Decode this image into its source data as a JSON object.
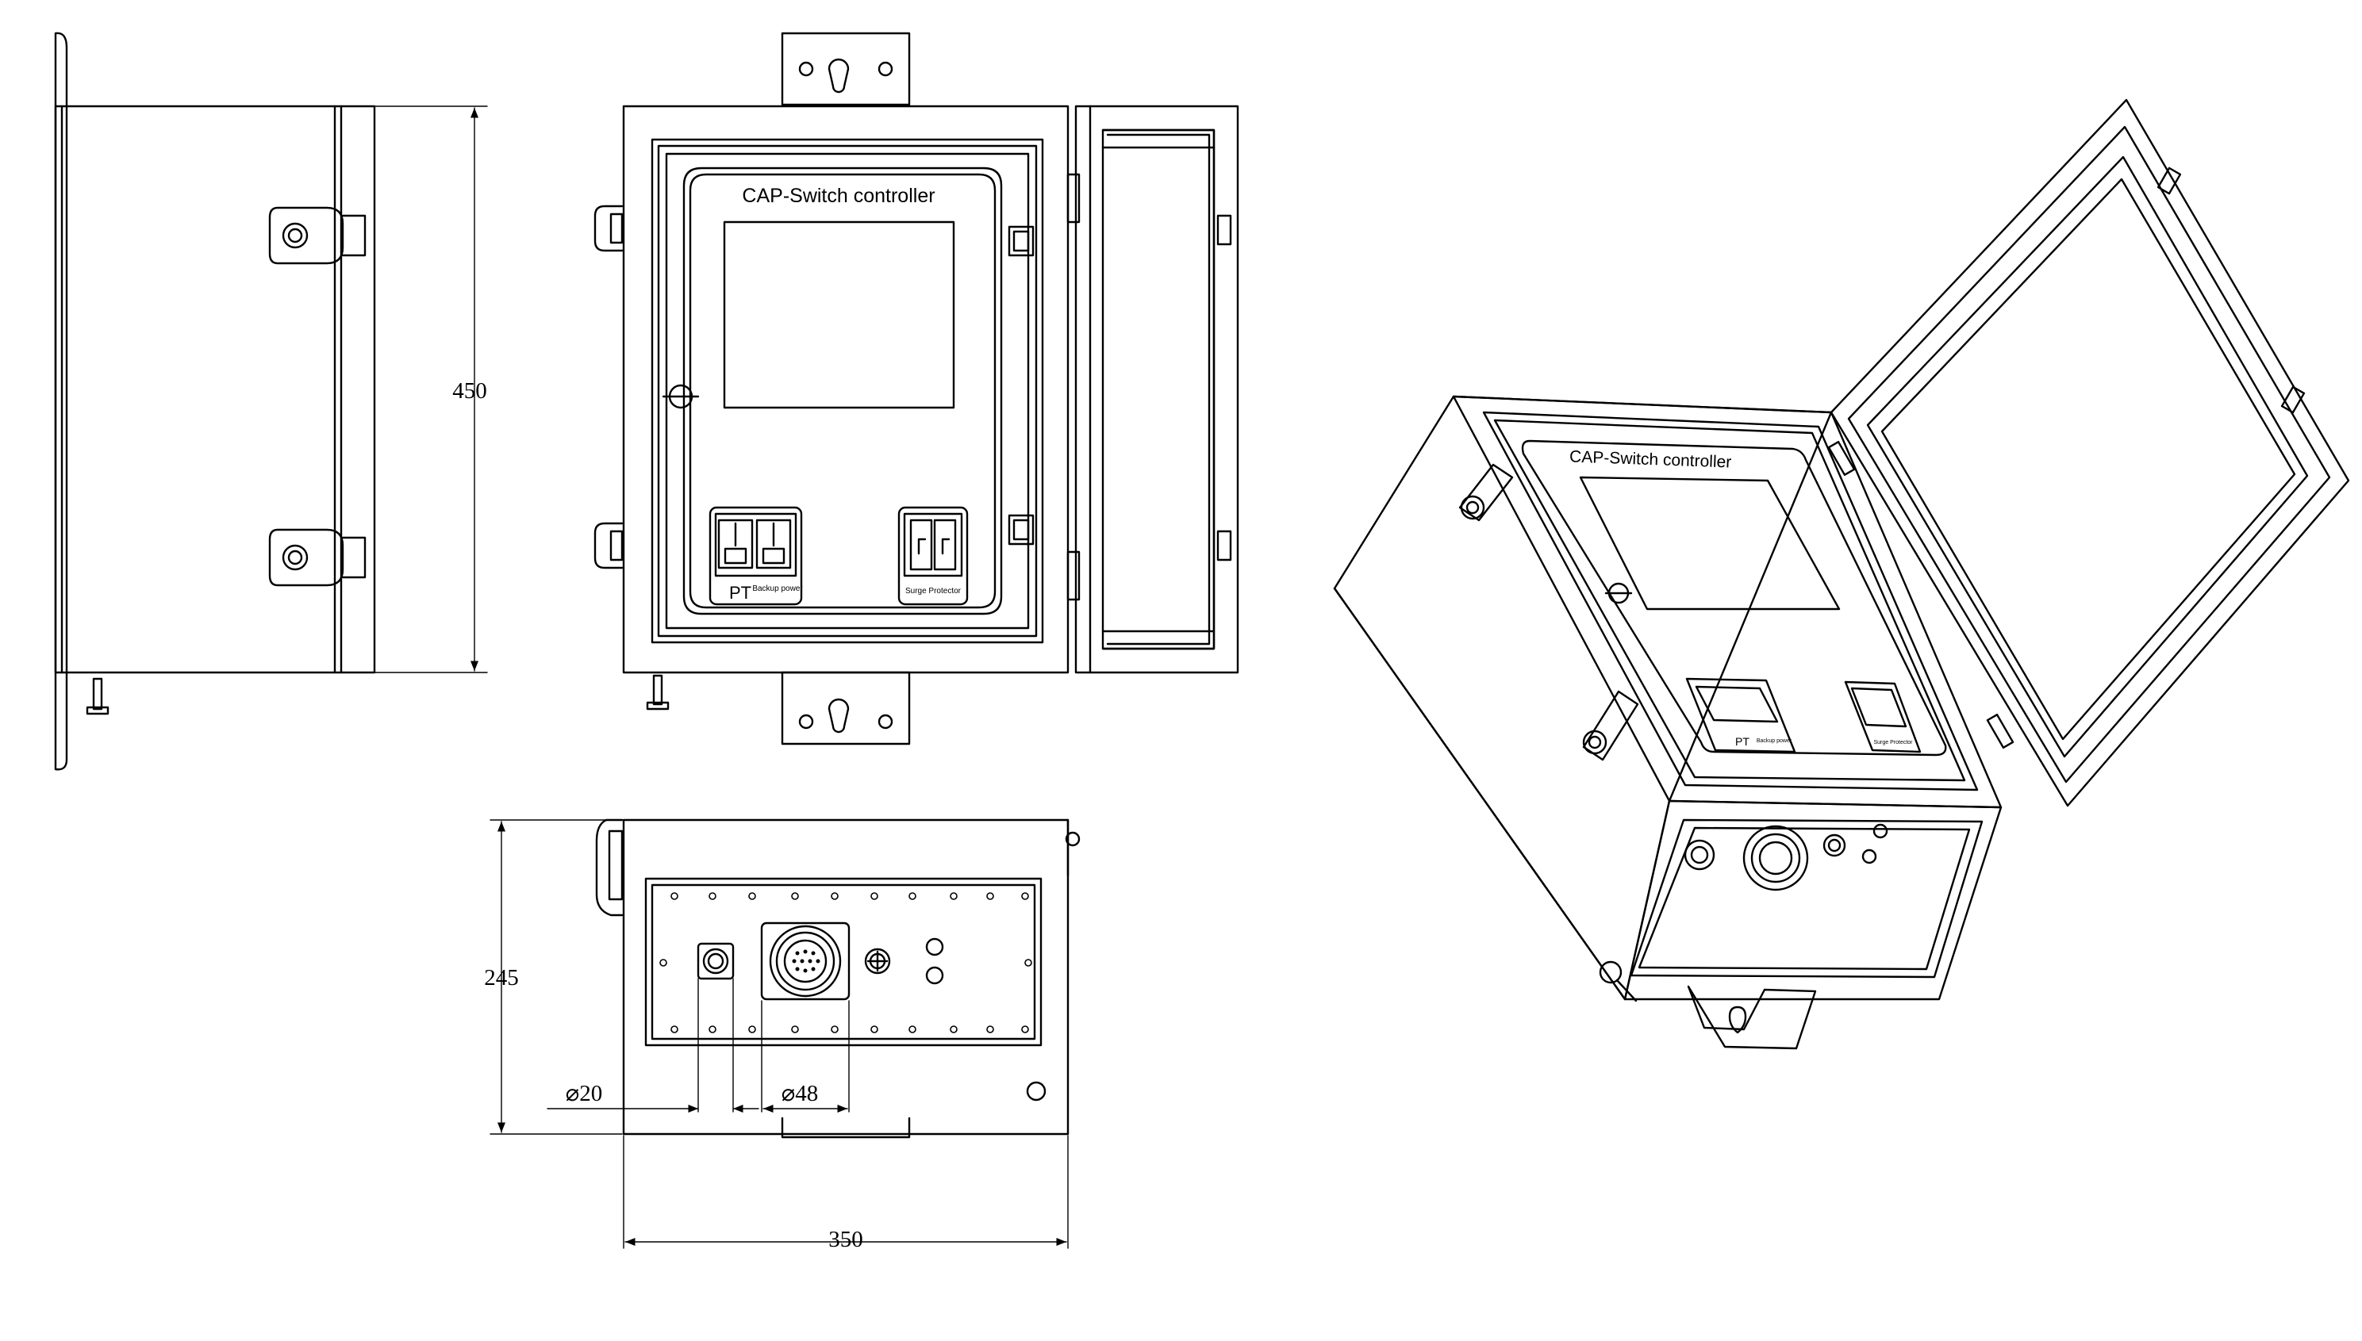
{
  "panel": {
    "title": "CAP-Switch controller",
    "module_left_label": "PT",
    "module_left_sublabel": "Backup power",
    "module_right_sublabel": "Surge Protector"
  },
  "iso_panel": {
    "title": "CAP-Switch controller",
    "module_left_label": "PT",
    "module_left_sublabel": "Backup power",
    "module_right_sublabel": "Surge Protector"
  },
  "dimensions": {
    "height": "450",
    "depth": "245",
    "width": "350",
    "dia_small": "⌀20",
    "dia_large": "⌀48"
  }
}
